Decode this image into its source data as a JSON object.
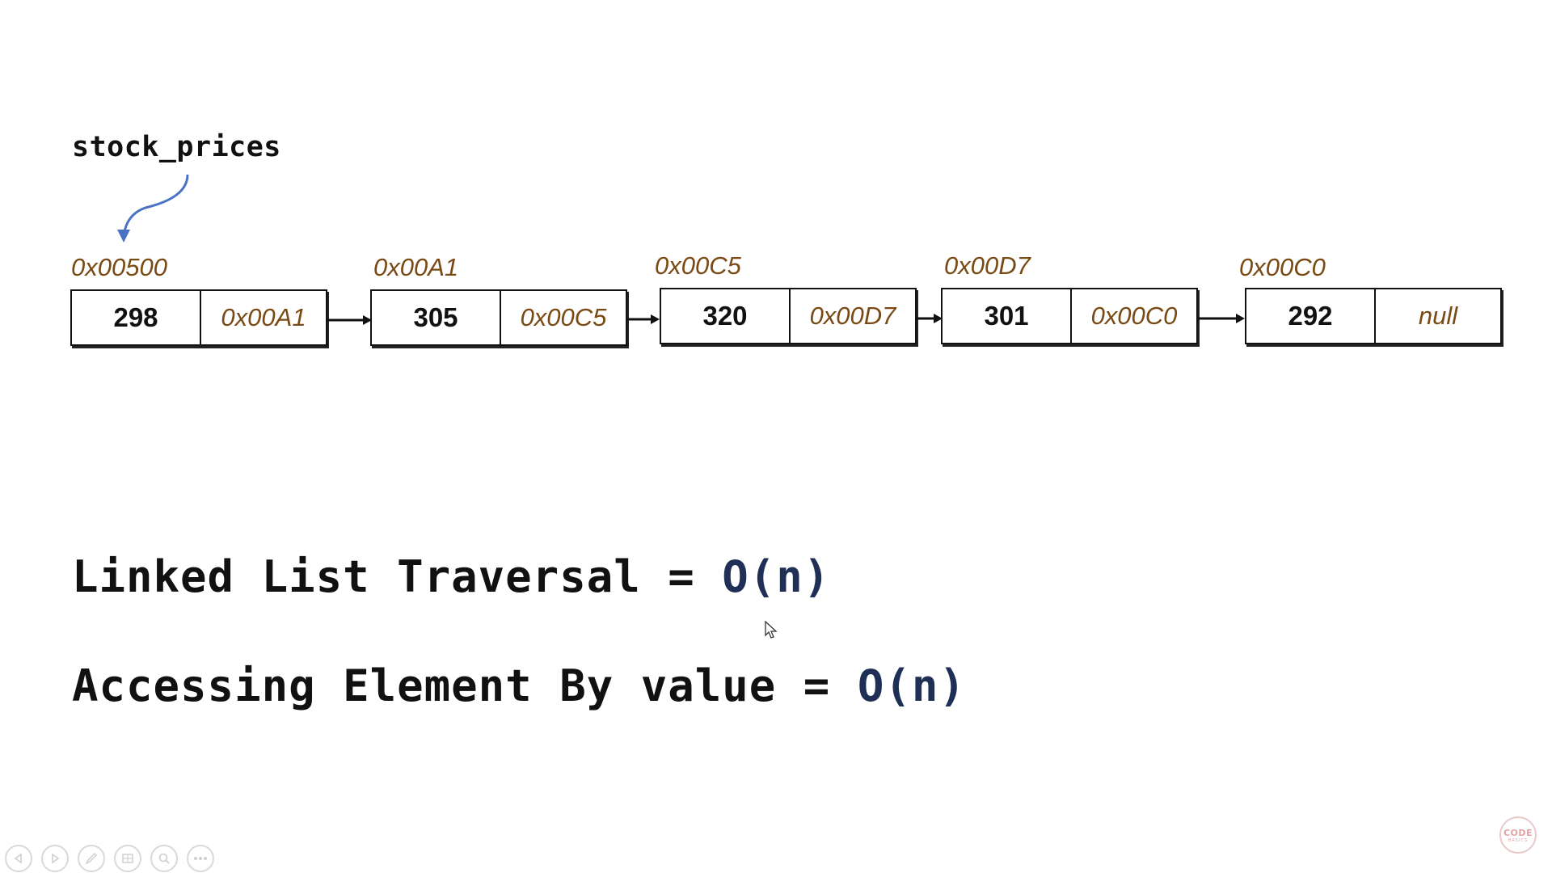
{
  "variable": "stock_prices",
  "nodes": [
    {
      "address": "0x00500",
      "value": "298",
      "next": "0x00A1"
    },
    {
      "address": "0x00A1",
      "value": "305",
      "next": "0x00C5"
    },
    {
      "address": "0x00C5",
      "value": "320",
      "next": "0x00D7"
    },
    {
      "address": "0x00D7",
      "value": "301",
      "next": "0x00C0"
    },
    {
      "address": "0x00C0",
      "value": "292",
      "next": "null"
    }
  ],
  "statements": [
    {
      "text": "Linked List Traversal = ",
      "complexity": "O(n)"
    },
    {
      "text": "Accessing Element By value = ",
      "complexity": "O(n)"
    }
  ],
  "logo": {
    "line1": "CODE",
    "line2": "BASICS"
  },
  "colors": {
    "address": "#7a4a14",
    "complexity": "#1f2f55",
    "pointer_arrow": "#4a72c4"
  },
  "controls": [
    "previous-icon",
    "next-icon",
    "pen-icon",
    "slides-icon",
    "zoom-icon",
    "more-icon"
  ]
}
